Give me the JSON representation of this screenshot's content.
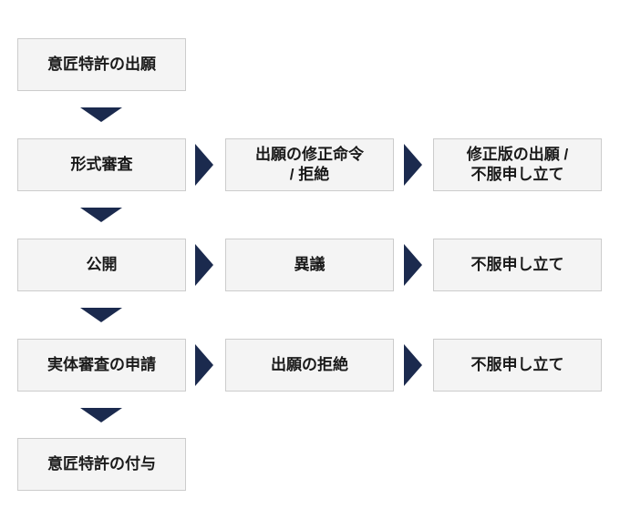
{
  "theme": {
    "canvas_bg": "#ffffff",
    "node_bg": "#f4f4f4",
    "node_border": "#cccccc",
    "node_text": "#1a1a1a",
    "arrow_color": "#1b2a4e"
  },
  "icons": {
    "arrow_down": "solid navy triangle pointing down (css border shape)",
    "arrow_right": "solid navy triangle pointing right (css border shape)"
  },
  "flowchart": {
    "rows": [
      {
        "main": {
          "id": "design-patent-application",
          "label": "意匠特許の出願"
        },
        "side": []
      },
      {
        "main": {
          "id": "formality-examination",
          "label": "形式審査"
        },
        "side": [
          {
            "id": "amendment-order-rejection",
            "label": "出願の修正命令\n/ 拒絶"
          },
          {
            "id": "amended-filing-appeal",
            "label": "修正版の出願 /\n不服申し立て"
          }
        ]
      },
      {
        "main": {
          "id": "publication",
          "label": "公開"
        },
        "side": [
          {
            "id": "opposition",
            "label": "異議"
          },
          {
            "id": "opposition-appeal",
            "label": "不服申し立て"
          }
        ]
      },
      {
        "main": {
          "id": "substantive-examination-request",
          "label": "実体審査の申請"
        },
        "side": [
          {
            "id": "application-rejection",
            "label": "出願の拒絶"
          },
          {
            "id": "rejection-appeal",
            "label": "不服申し立て"
          }
        ]
      },
      {
        "main": {
          "id": "design-patent-grant",
          "label": "意匠特許の付与"
        },
        "side": []
      }
    ]
  }
}
